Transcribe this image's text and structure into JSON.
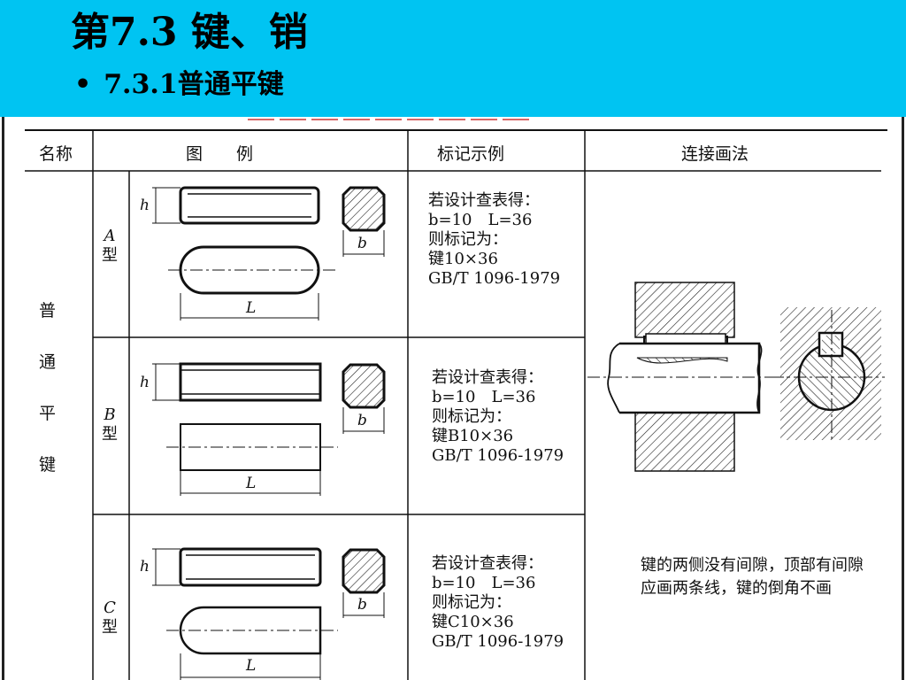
{
  "slide": {
    "title": "第7.3 键、销",
    "bullet": "7.3.1普通平键",
    "bullet_symbol": "•",
    "header_color": "#00c4f2"
  },
  "table": {
    "headers": [
      "名称",
      "图　　例",
      "标记示例",
      "连接画法"
    ],
    "group_name_chars": [
      "普",
      "通",
      "平",
      "键"
    ],
    "rows": [
      {
        "type_letter": "A",
        "type_char": "型",
        "marking": [
          "若设计查表得：",
          "b=10　L=36",
          "则标记为：",
          "键10×36",
          "GB/T 1096-1979"
        ]
      },
      {
        "type_letter": "B",
        "type_char": "型",
        "marking": [
          "若设计查表得：",
          "b=10　L=36",
          "则标记为：",
          "键B10×36",
          "GB/T 1096-1979"
        ]
      },
      {
        "type_letter": "C",
        "type_char": "型",
        "marking": [
          "若设计查表得：",
          "b=10　L=36",
          "则标记为：",
          "键C10×36",
          "GB/T 1096-1979"
        ]
      }
    ],
    "connection_note": "键的两侧没有间隙，顶部有间隙应画两条线，键的倒角不画",
    "dim_labels": {
      "height": "h",
      "width": "b",
      "length": "L"
    }
  }
}
